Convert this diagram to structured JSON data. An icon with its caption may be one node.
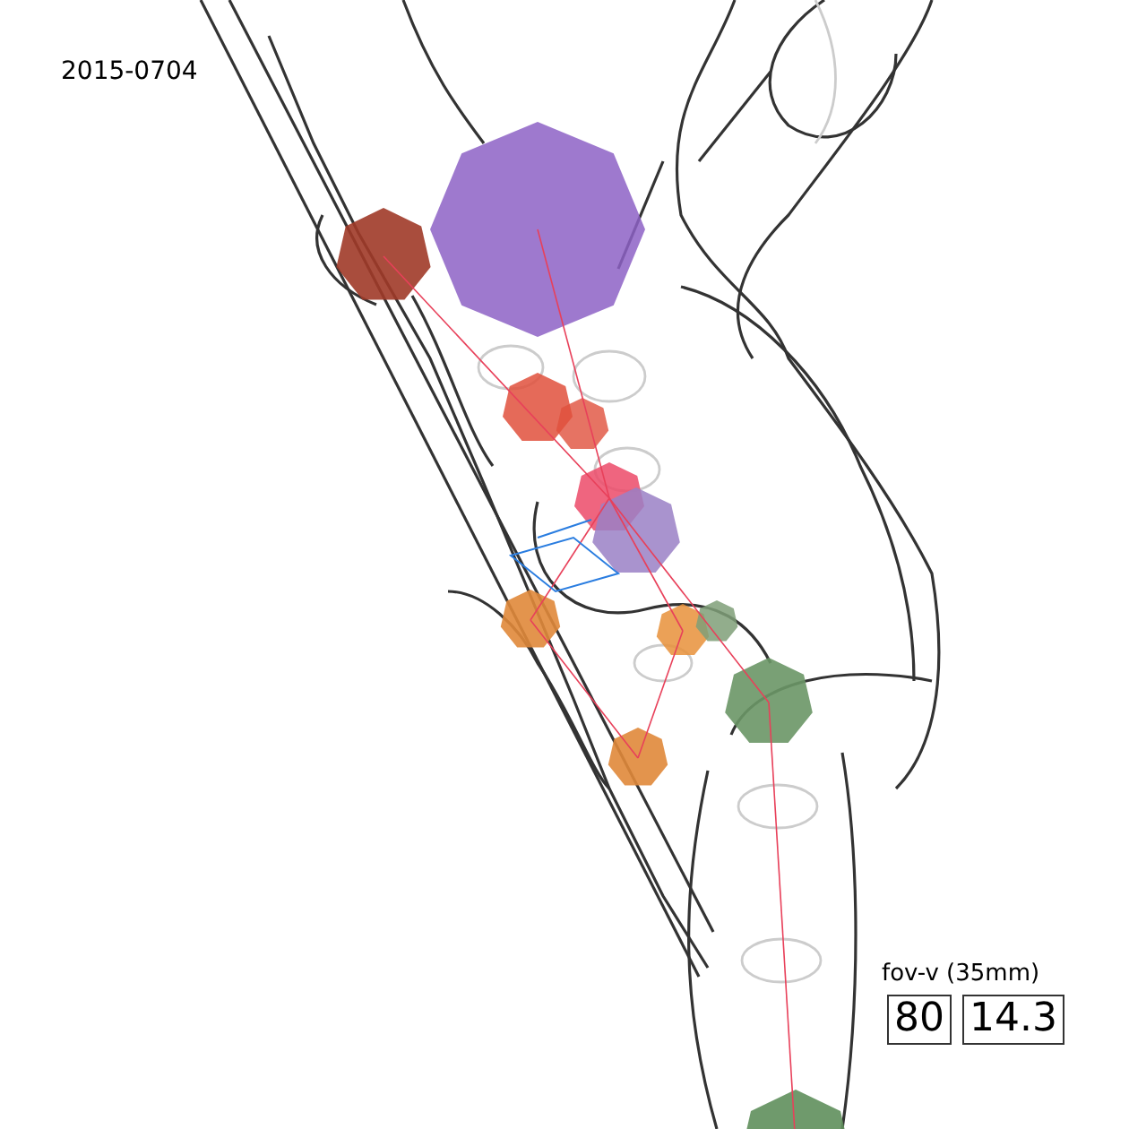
{
  "diagram": {
    "title": "2015-0704",
    "labels": [
      "fov-v (35mm)",
      "80",
      "14.3"
    ]
  }
}
